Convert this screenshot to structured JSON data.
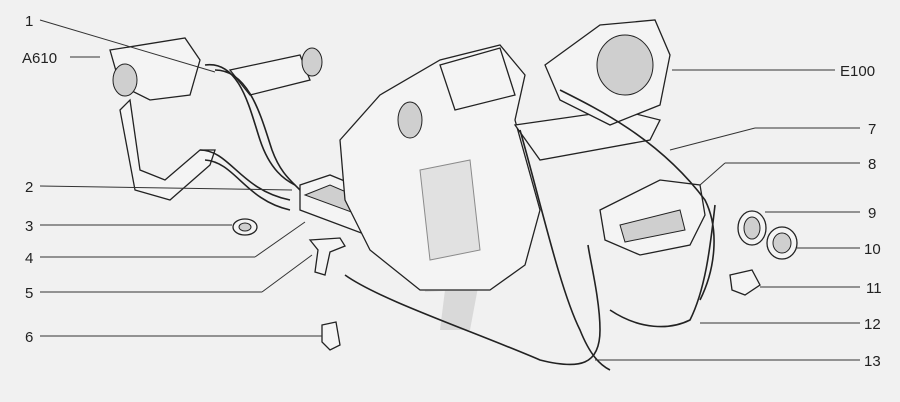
{
  "diagram": {
    "labels_left": [
      "1",
      "A610",
      "2",
      "3",
      "4",
      "5",
      "6"
    ],
    "labels_right": [
      "E100",
      "7",
      "8",
      "9",
      "10",
      "11",
      "12",
      "13"
    ]
  }
}
